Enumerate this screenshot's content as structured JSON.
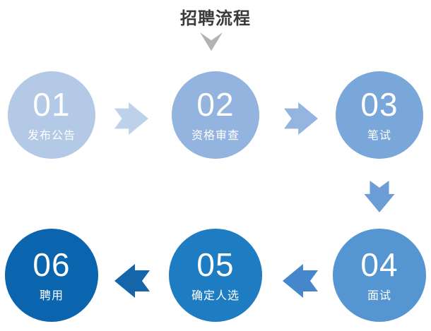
{
  "title": "招聘流程",
  "colors": {
    "title_text": "#3a3a3a",
    "title_chevron": "#b3b3b6",
    "step_text": "#ffffff"
  },
  "steps": [
    {
      "number": "01",
      "label": "发布公告",
      "color": "#b3c9e6"
    },
    {
      "number": "02",
      "label": "资格审查",
      "color": "#92b4de"
    },
    {
      "number": "03",
      "label": "笔试",
      "color": "#7aa7d9"
    },
    {
      "number": "04",
      "label": "面试",
      "color": "#5495d2"
    },
    {
      "number": "05",
      "label": "确定人选",
      "color": "#1e7cc2"
    },
    {
      "number": "06",
      "label": "聘用",
      "color": "#0a64ae"
    }
  ],
  "arrows": [
    {
      "name": "step1-to-step2",
      "direction": "right",
      "color": "#bed1ea"
    },
    {
      "name": "step2-to-step3",
      "direction": "right",
      "color": "#93b5df"
    },
    {
      "name": "step3-to-step4",
      "direction": "down",
      "color": "#6d9dd5"
    },
    {
      "name": "step4-to-step5",
      "direction": "left",
      "color": "#4687cc"
    },
    {
      "name": "step5-to-step6",
      "direction": "left",
      "color": "#1465aa"
    }
  ]
}
